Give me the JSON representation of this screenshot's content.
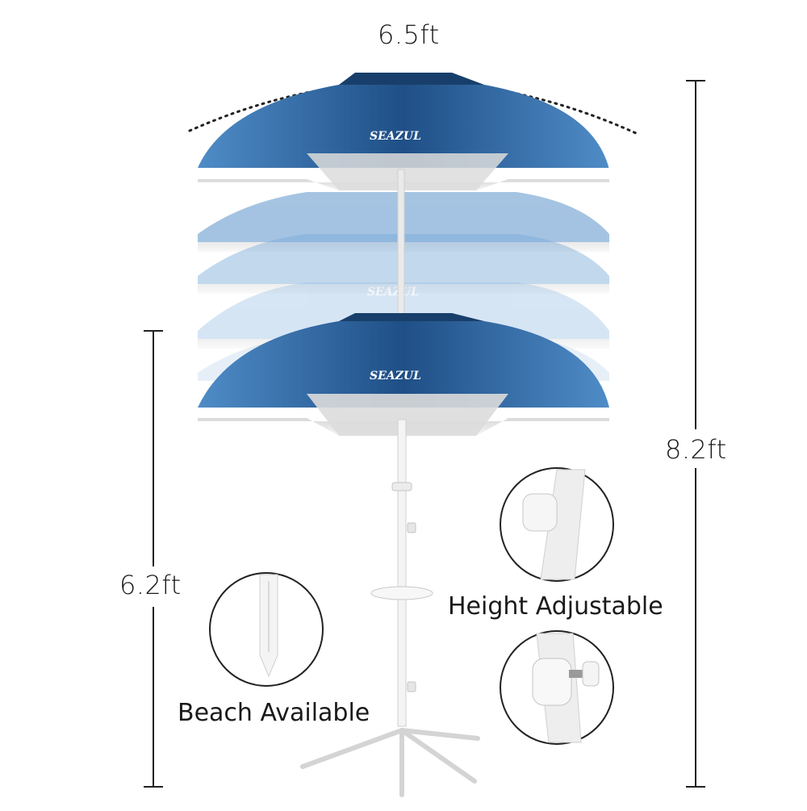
{
  "product": {
    "brand_name": "SEAZUL",
    "canopy_color": "#2f6aa3",
    "canopy_dark": "#1f4f86",
    "pole_color": "#f2f2f2"
  },
  "dimensions": {
    "width_label": "6.5ft",
    "max_height_label": "8.2ft",
    "min_height_label": "6.2ft"
  },
  "features": {
    "height_adjustable_label": "Height Adjustable",
    "beach_available_label": "Beach Available"
  },
  "icons": [
    "umbrella-canopy",
    "pole-knob",
    "ground-anchor-spike",
    "tripod-stand"
  ]
}
